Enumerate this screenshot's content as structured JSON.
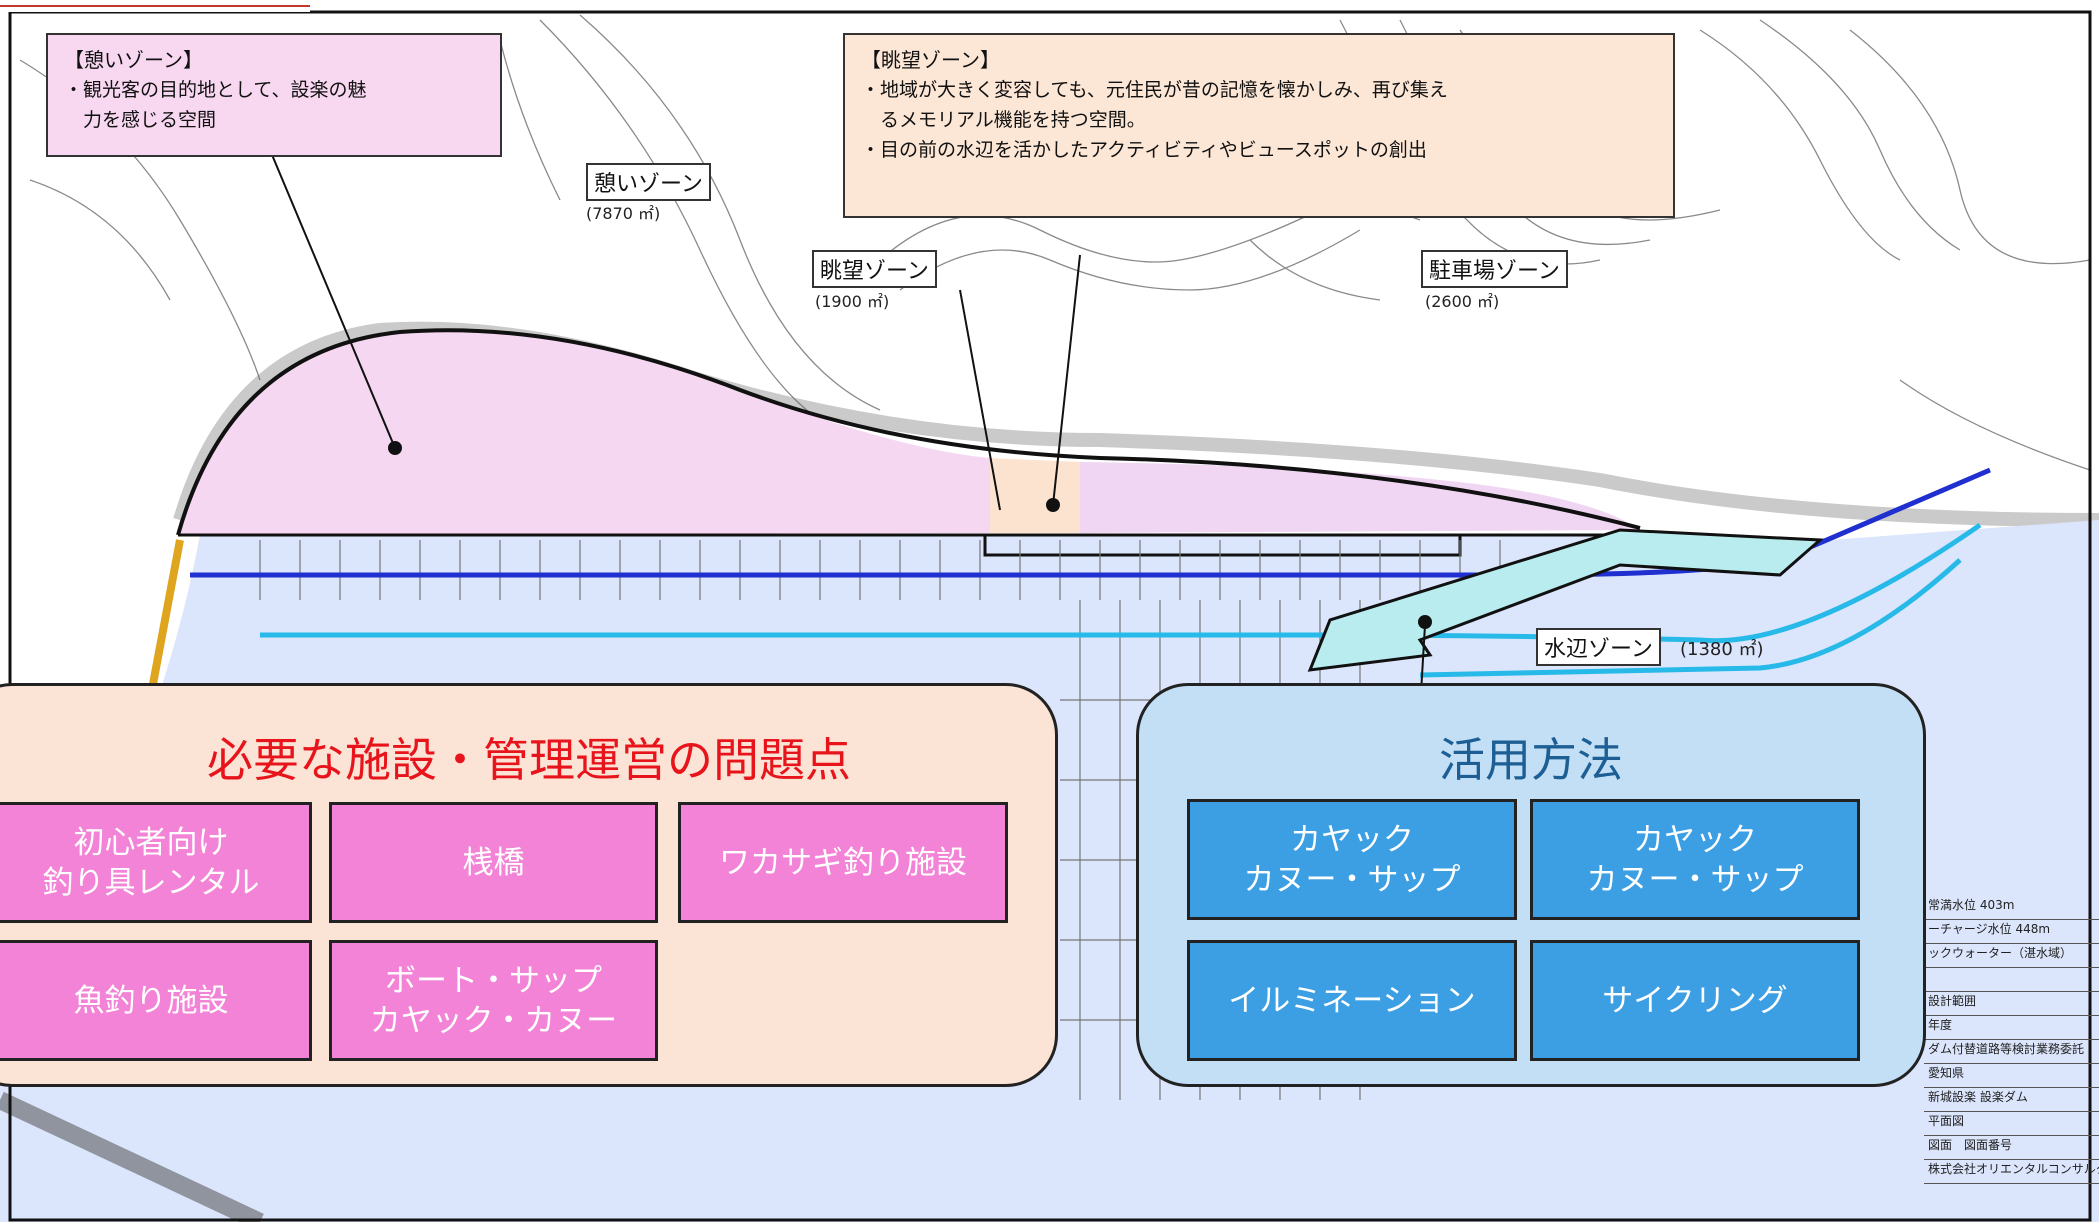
{
  "callouts": {
    "relax": {
      "title": "【憩いゾーン】",
      "lines": [
        "・観光客の目的地として、設楽の魅",
        "　力を感じる空間"
      ]
    },
    "view": {
      "title": "【眺望ゾーン】",
      "lines": [
        "・地域が大きく変容しても、元住民が昔の記憶を懐かしみ、再び集え",
        "　るメモリアル機能を持つ空間。",
        "・目の前の水辺を活かしたアクティビティやビュースポットの創出"
      ]
    }
  },
  "zones": {
    "relax": {
      "name": "憩いゾーン",
      "area": "(7870 ㎡)"
    },
    "view": {
      "name": "眺望ゾーン",
      "area": "(1900 ㎡)"
    },
    "parking": {
      "name": "駐車場ゾーン",
      "area": "(2600 ㎡)"
    },
    "waterside": {
      "name": "水辺ゾーン",
      "area": "(1380 ㎡)"
    }
  },
  "problems_panel": {
    "title": "必要な施設・管理運営の問題点",
    "items": [
      "初心者向け\n釣り具レンタル",
      "桟橋",
      "ワカサギ釣り施設",
      "魚釣り施設",
      "ボート・サップ\nカヤック・カヌー"
    ]
  },
  "usage_panel": {
    "title": "活用方法",
    "items": [
      "カヤック\nカヌー・サップ",
      "カヤック\nカヌー・サップ",
      "イルミネーション",
      "サイクリング"
    ]
  },
  "legend_rows": [
    "常満水位 403m",
    "ーチャージ水位 448m",
    "ックウォーター（湛水域）",
    "",
    "設計範囲",
    "年度",
    "ダム付替道路等検討業務委託",
    "愛知県",
    "新城設楽 設楽ダム",
    "平面図",
    "図面　図面番号",
    "株式会社オリエンタルコンサルタンツ"
  ],
  "colors": {
    "relax_fill": "#f5d7f1",
    "view_fill": "#fce3cf",
    "water_fill": "#b9ecef",
    "panel_left": "#fbe3d6",
    "panel_right": "#c2dff5",
    "problems_title": "#e8141b",
    "usage_title": "#1d5f94"
  }
}
